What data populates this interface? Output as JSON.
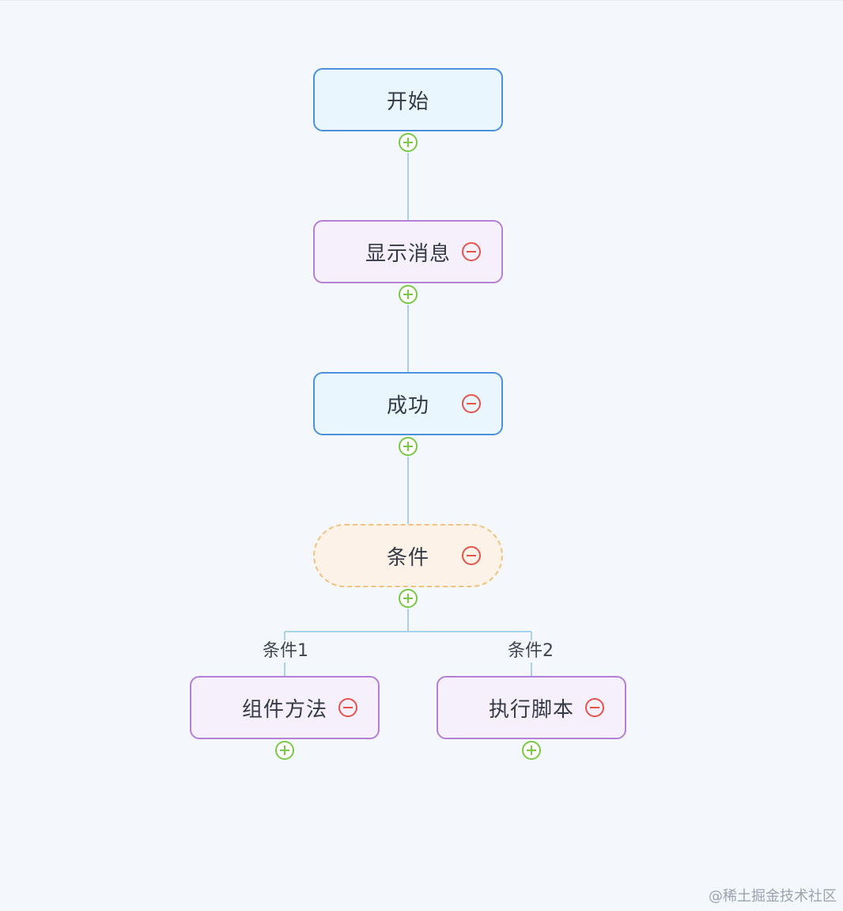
{
  "flow": {
    "start": {
      "label": "开始"
    },
    "show_message": {
      "label": "显示消息"
    },
    "success": {
      "label": "成功"
    },
    "condition": {
      "label": "条件"
    },
    "branch_1": {
      "label": "条件1",
      "node": {
        "label": "组件方法"
      }
    },
    "branch_2": {
      "label": "条件2",
      "node": {
        "label": "执行脚本"
      }
    }
  },
  "icons": {
    "add": "plus-circle-icon",
    "remove": "minus-circle-icon"
  },
  "colors": {
    "background": "#f4f7fb",
    "connector": "#a7d3ea",
    "add_icon": "#7ac943",
    "remove_icon": "#e5534b",
    "blue_border": "#4a92df",
    "blue_fill": "#e9f6fe",
    "purple_border": "#b47fd8",
    "purple_fill": "#f6f0fc",
    "orange_border": "#f1c27e",
    "orange_fill": "#fdf2e7"
  },
  "watermark": "@稀土掘金技术社区"
}
